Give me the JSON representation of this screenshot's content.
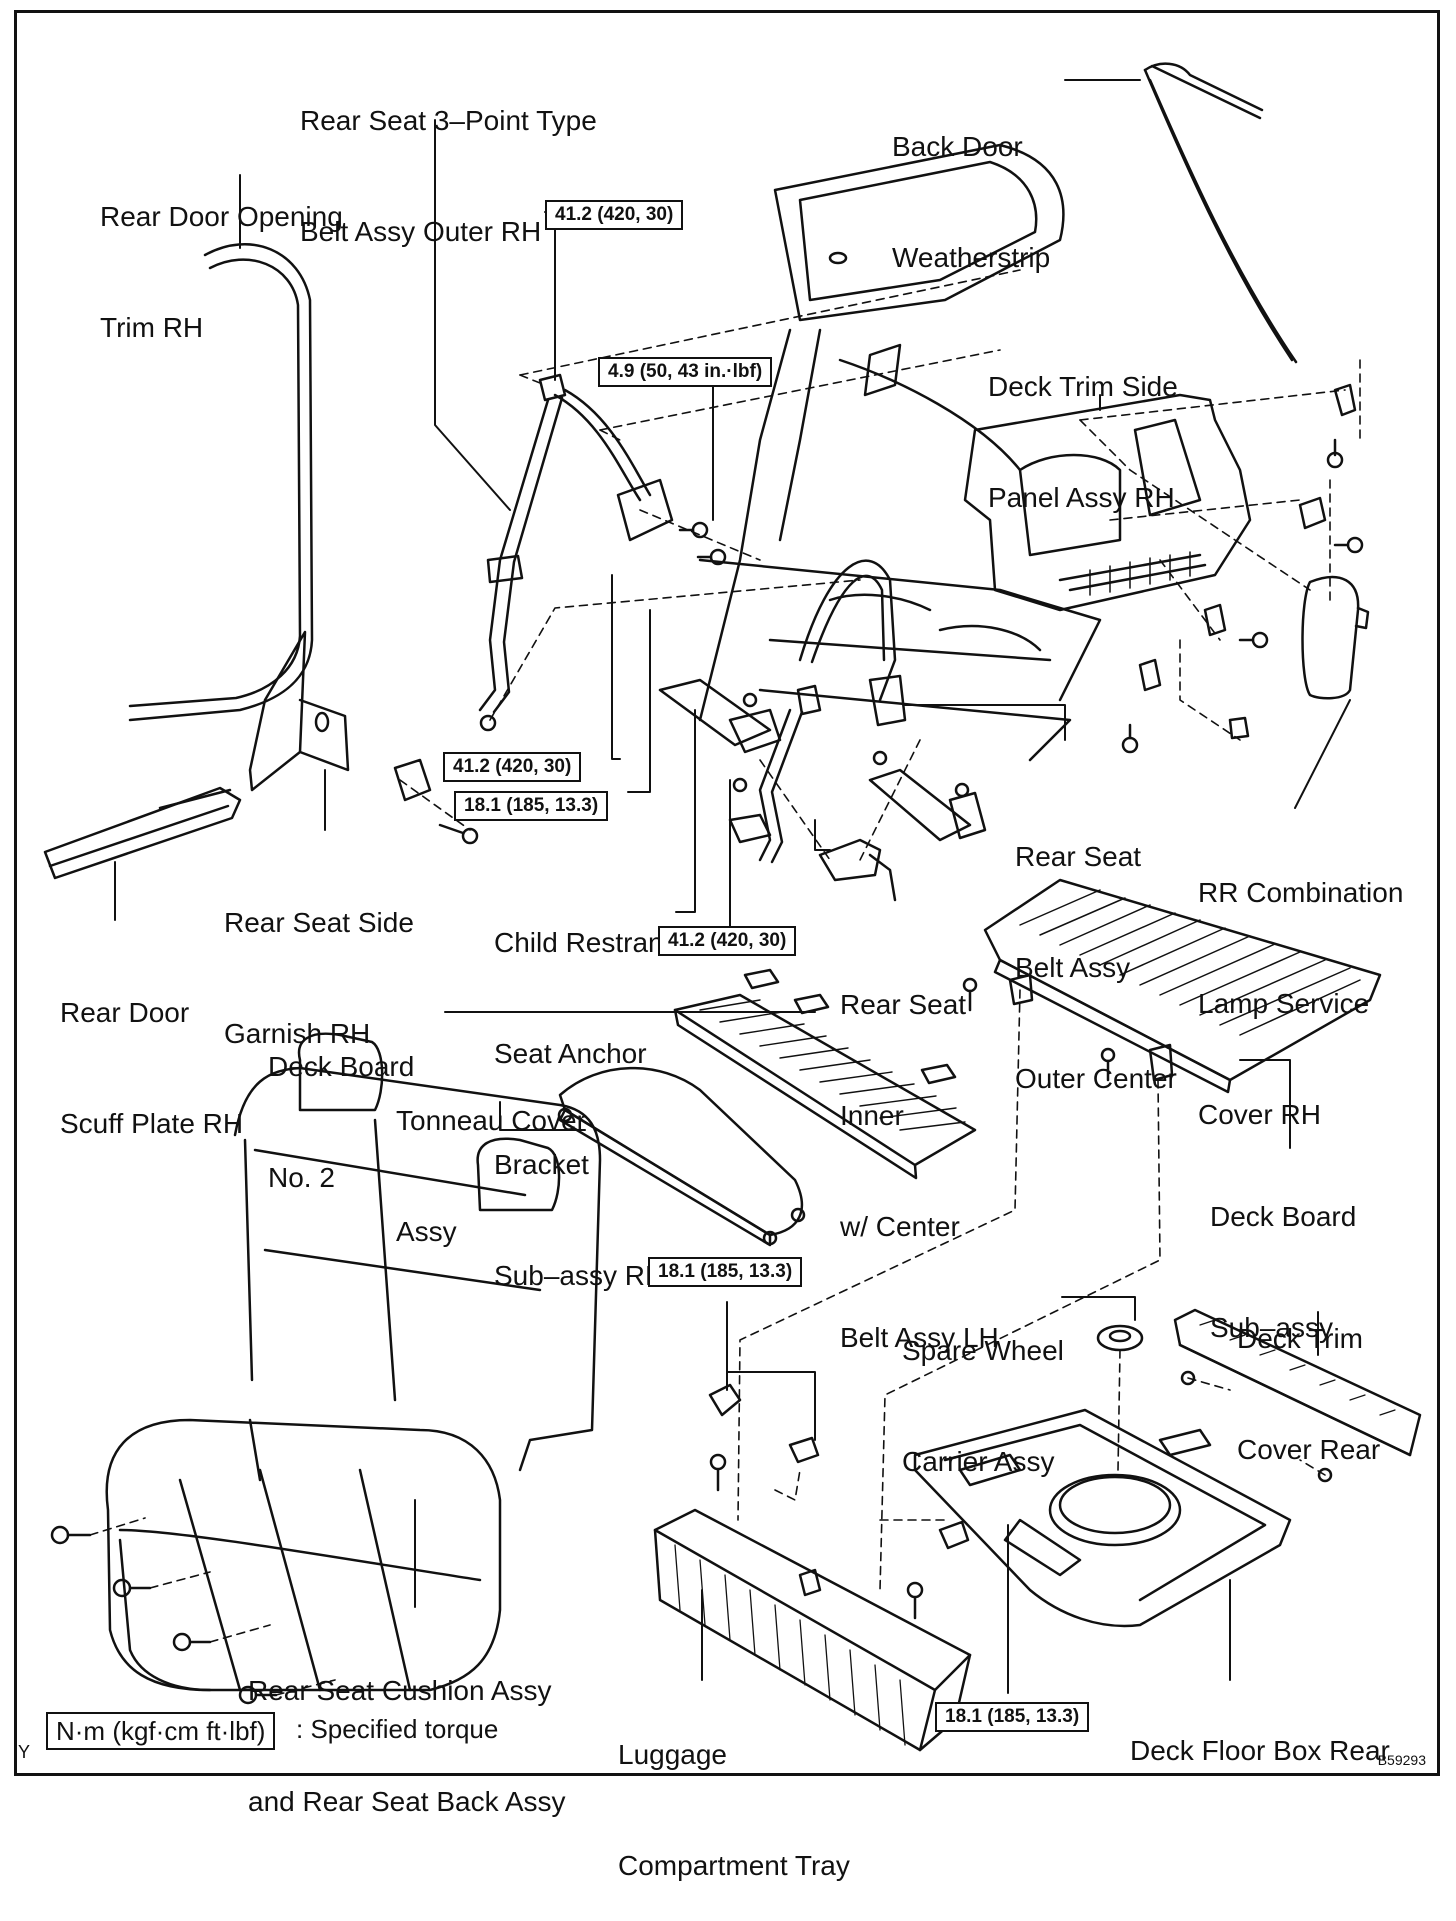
{
  "labels": {
    "belt_outer_rh": [
      "Rear Seat 3–Point Type",
      "Belt Assy Outer RH"
    ],
    "back_door_weatherstrip": [
      "Back Door",
      "Weatherstrip"
    ],
    "rear_door_opening_trim": [
      "Rear Door Opening",
      "Trim RH"
    ],
    "deck_trim_side_panel": [
      "Deck Trim Side",
      "Panel Assy RH"
    ],
    "rear_seat_belt_outer_center": [
      "Rear Seat",
      "Belt Assy",
      "Outer Center"
    ],
    "rr_combination_lamp_cover": [
      "RR Combination",
      "Lamp Service",
      "Cover RH"
    ],
    "rear_seat_side_garnish": [
      "Rear Seat Side",
      "Garnish RH"
    ],
    "child_restraint_bracket": [
      "Child Restrant",
      "Seat Anchor",
      "Bracket",
      "Sub–assy RH"
    ],
    "rear_door_scuff_plate": [
      "Rear Door",
      "Scuff Plate RH"
    ],
    "rear_seat_inner_belt": [
      "Rear Seat",
      "Inner",
      "w/ Center",
      "Belt Assy LH"
    ],
    "deck_board_no2": [
      "Deck Board",
      "No. 2"
    ],
    "tonneau_cover": [
      "Tonneau Cover",
      "Assy"
    ],
    "deck_board_sub": [
      "Deck Board",
      "Sub–assy"
    ],
    "spare_wheel_carrier": [
      "Spare Wheel",
      "Carrier Assy"
    ],
    "deck_trim_cover_rear": [
      "Deck Trim",
      "Cover Rear"
    ],
    "rear_seat_cushion": [
      "Rear Seat Cushion Assy",
      "and Rear Seat Back Assy"
    ],
    "luggage_tray": [
      "Luggage",
      "Compartment Tray"
    ],
    "deck_floor_box": [
      "Deck Floor Box Rear"
    ]
  },
  "torques": {
    "t1": "41.2 (420, 30)",
    "t2": "4.9 (50, 43 in.·lbf)",
    "t3": "41.2 (420, 30)",
    "t4": "18.1 (185, 13.3)",
    "t5": "41.2 (420, 30)",
    "t6": "18.1 (185, 13.3)",
    "t7": "18.1 (185, 13.3)"
  },
  "legend": {
    "unit": "N·m (kgf·cm ft·lbf)",
    "text": ": Specified torque",
    "corner_mark": "Y",
    "figure_code": "B59293"
  }
}
